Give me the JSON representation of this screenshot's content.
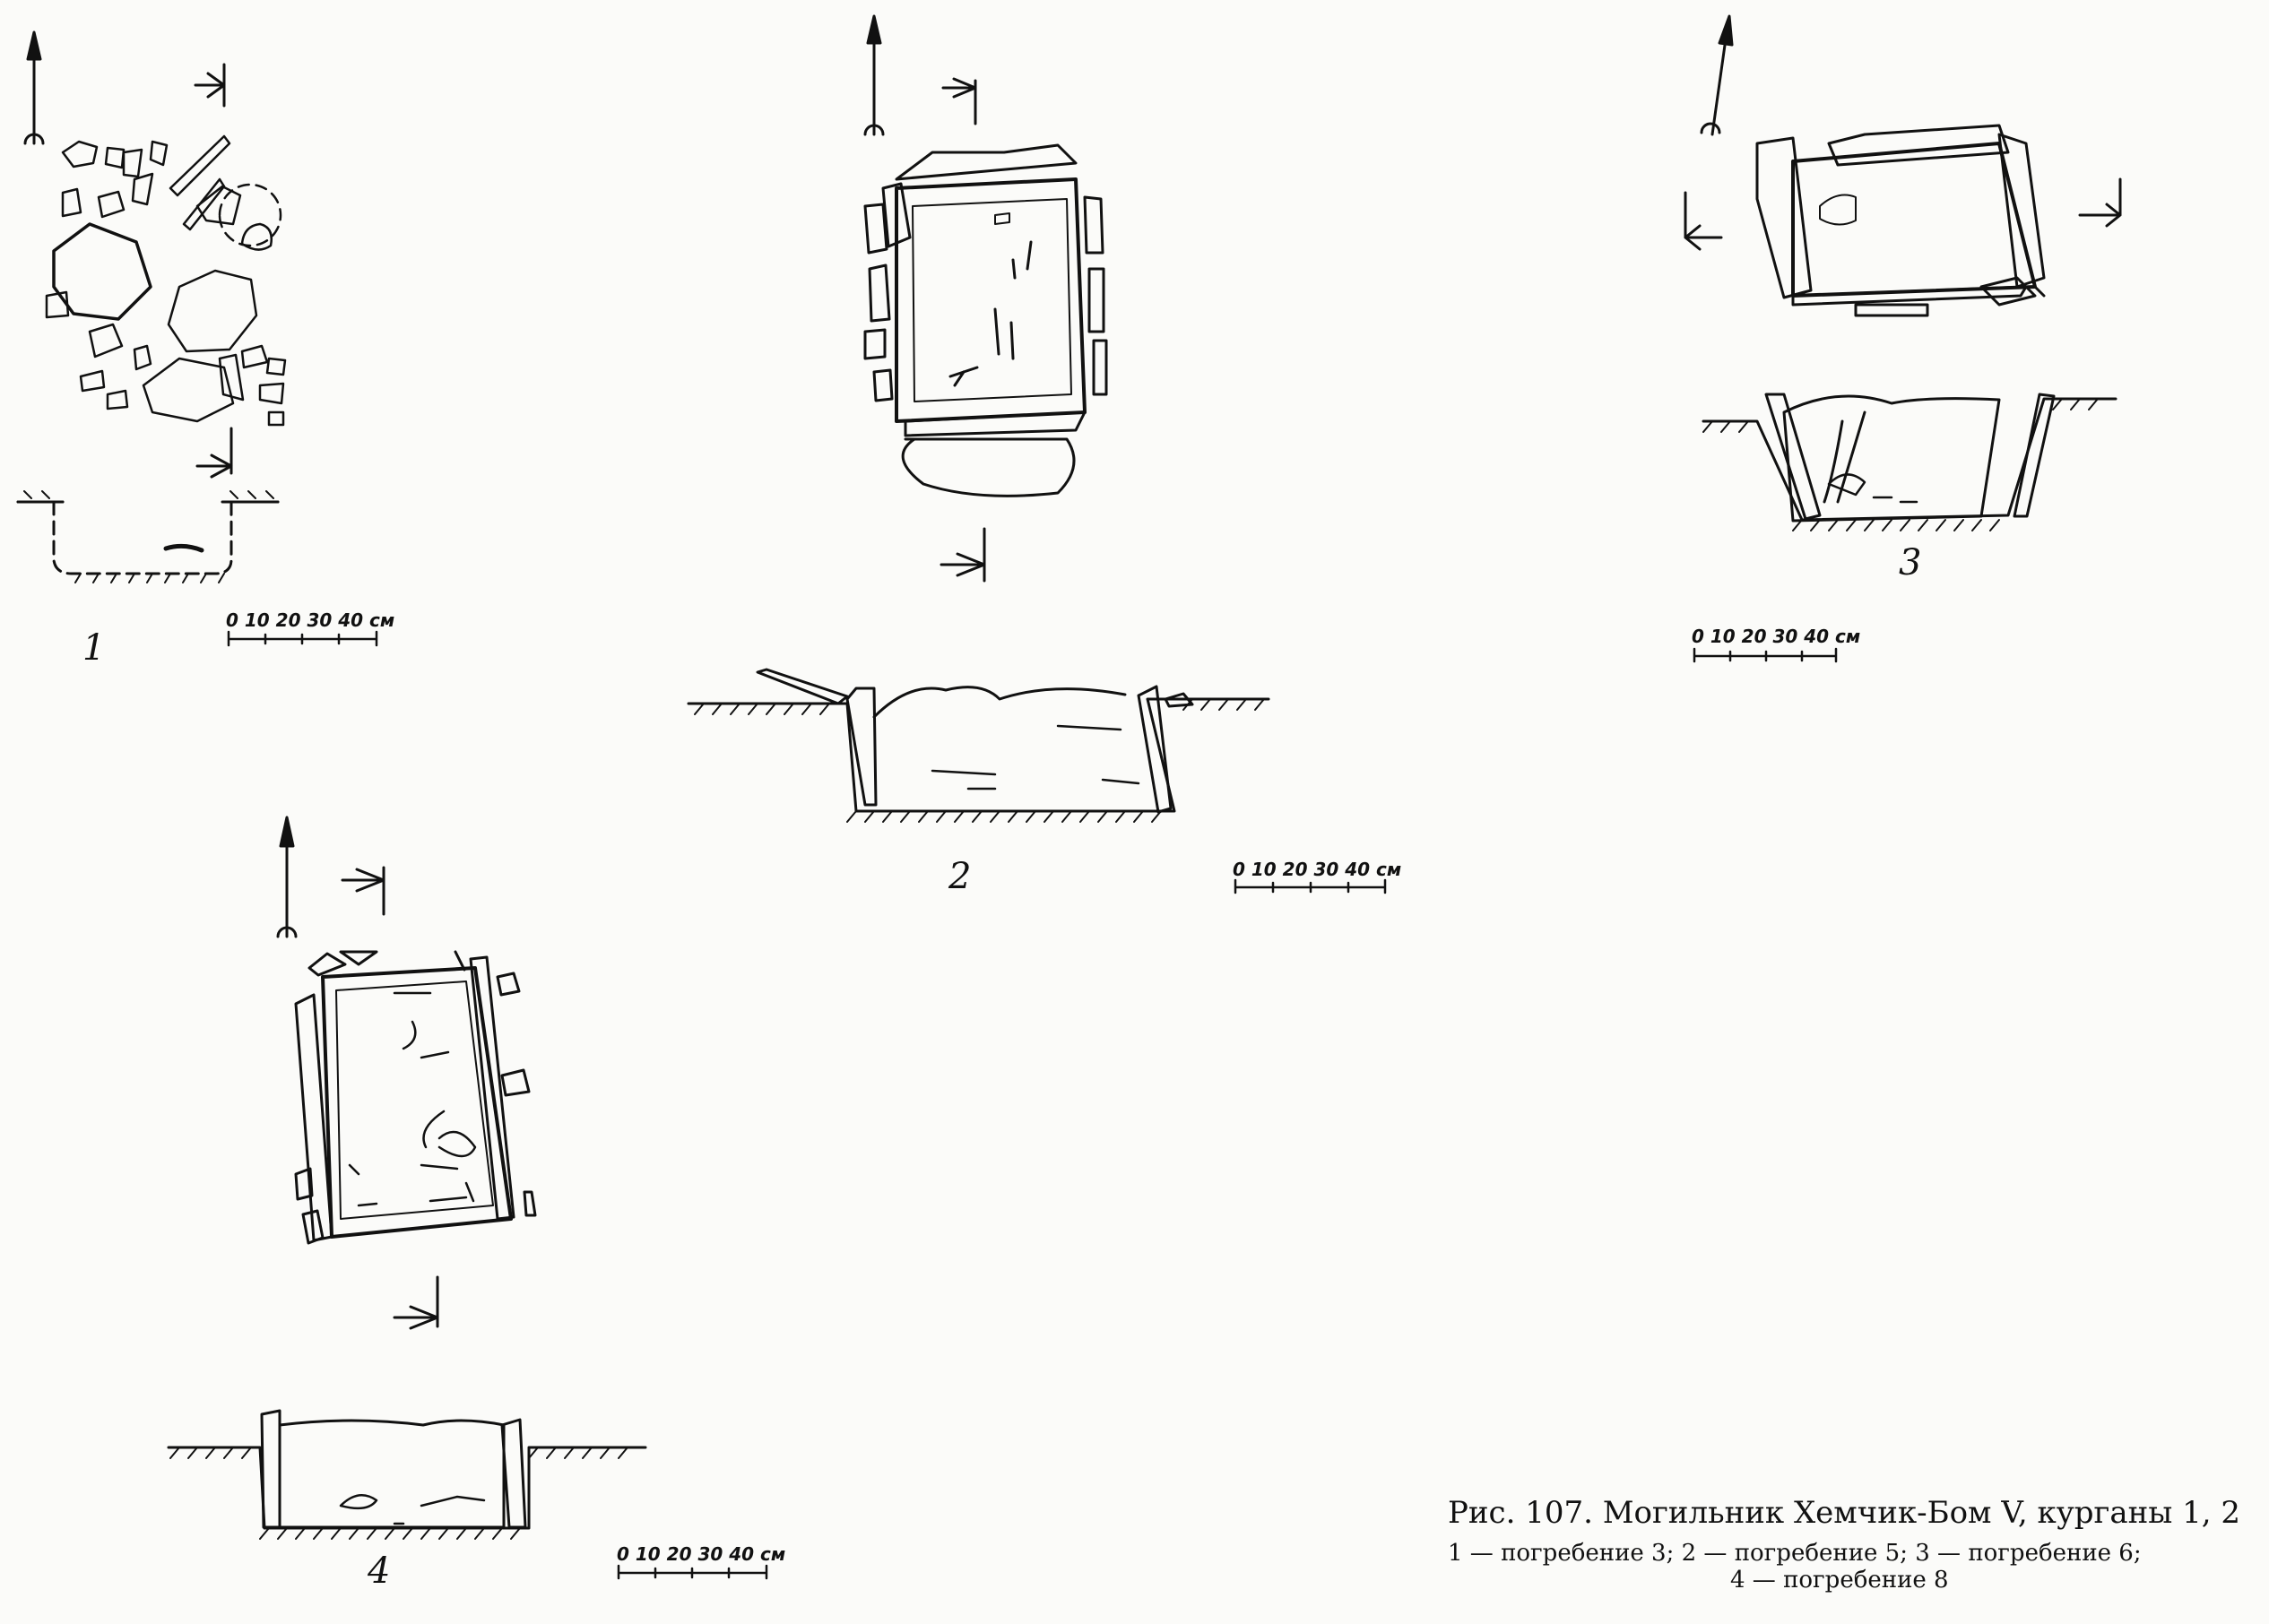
{
  "figure": {
    "plans": [
      {
        "label": "1"
      },
      {
        "label": "2"
      },
      {
        "label": "3"
      },
      {
        "label": "4"
      }
    ],
    "scale_ticks": "0  10  20  30  40 см",
    "caption_title": "Рис.  107.  Могильник Хемчик-Бом V, курганы 1, 2",
    "caption_legend_line1": "1 — погребение  3;  2 — погребение  5;  3 — погребение  6;",
    "caption_legend_line2": "4 — погребение 8"
  },
  "colors": {
    "ink": "#111111",
    "paper": "#fbfbf9"
  }
}
